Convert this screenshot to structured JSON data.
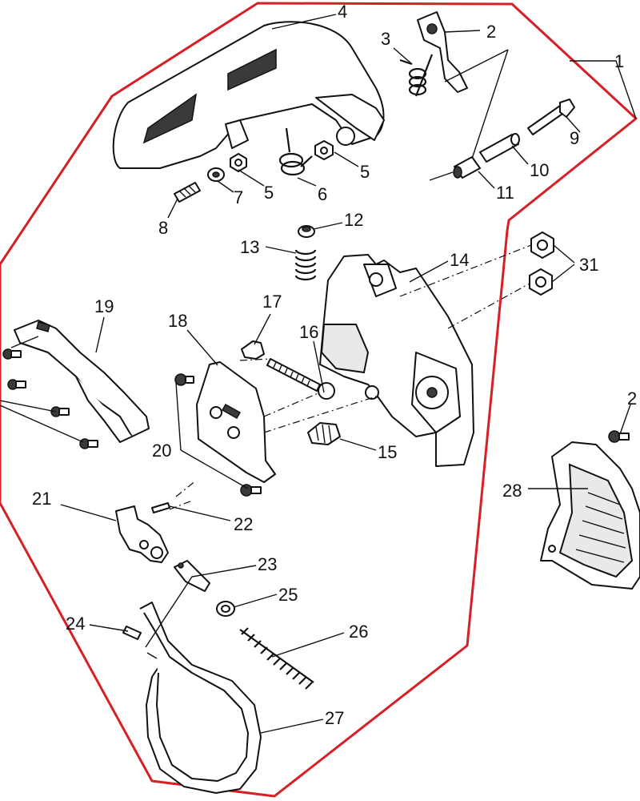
{
  "diagram": {
    "type": "exploded-parts-diagram",
    "outline_color": "#d61f26",
    "callouts": [
      {
        "number": "1"
      },
      {
        "number": "2"
      },
      {
        "number": "3"
      },
      {
        "number": "4"
      },
      {
        "number": "5"
      },
      {
        "number": "5"
      },
      {
        "number": "6"
      },
      {
        "number": "7"
      },
      {
        "number": "8"
      },
      {
        "number": "9"
      },
      {
        "number": "10"
      },
      {
        "number": "11"
      },
      {
        "number": "12"
      },
      {
        "number": "13"
      },
      {
        "number": "14"
      },
      {
        "number": "15"
      },
      {
        "number": "16"
      },
      {
        "number": "17"
      },
      {
        "number": "18"
      },
      {
        "number": "19"
      },
      {
        "number": "20"
      },
      {
        "number": "21"
      },
      {
        "number": "22"
      },
      {
        "number": "23"
      },
      {
        "number": "24"
      },
      {
        "number": "25"
      },
      {
        "number": "26"
      },
      {
        "number": "27"
      },
      {
        "number": "28"
      },
      {
        "number": "2"
      },
      {
        "number": "31"
      }
    ]
  }
}
